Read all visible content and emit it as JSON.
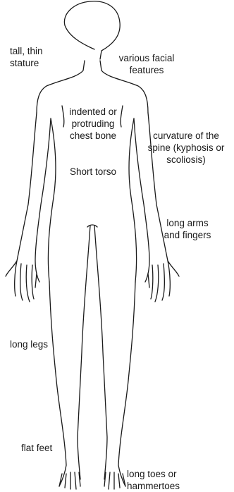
{
  "figure": {
    "name": "human body outline",
    "line_color": "#1a1a1a",
    "background": "#ffffff"
  },
  "labels": {
    "tall_thin_stature": "tall, thin\nstature",
    "facial_features": "various facial\nfeatures",
    "chest_bone": "indented or\nprotruding\nchest bone",
    "spine_curvature": "curvature of the\nspine (kyphosis or\nscoliosis)",
    "short_torso": "Short torso",
    "long_arms": "long arms\nand fingers",
    "long_legs": "long legs",
    "flat_feet": "flat feet",
    "long_toes": "long toes or\nhammertoes"
  }
}
